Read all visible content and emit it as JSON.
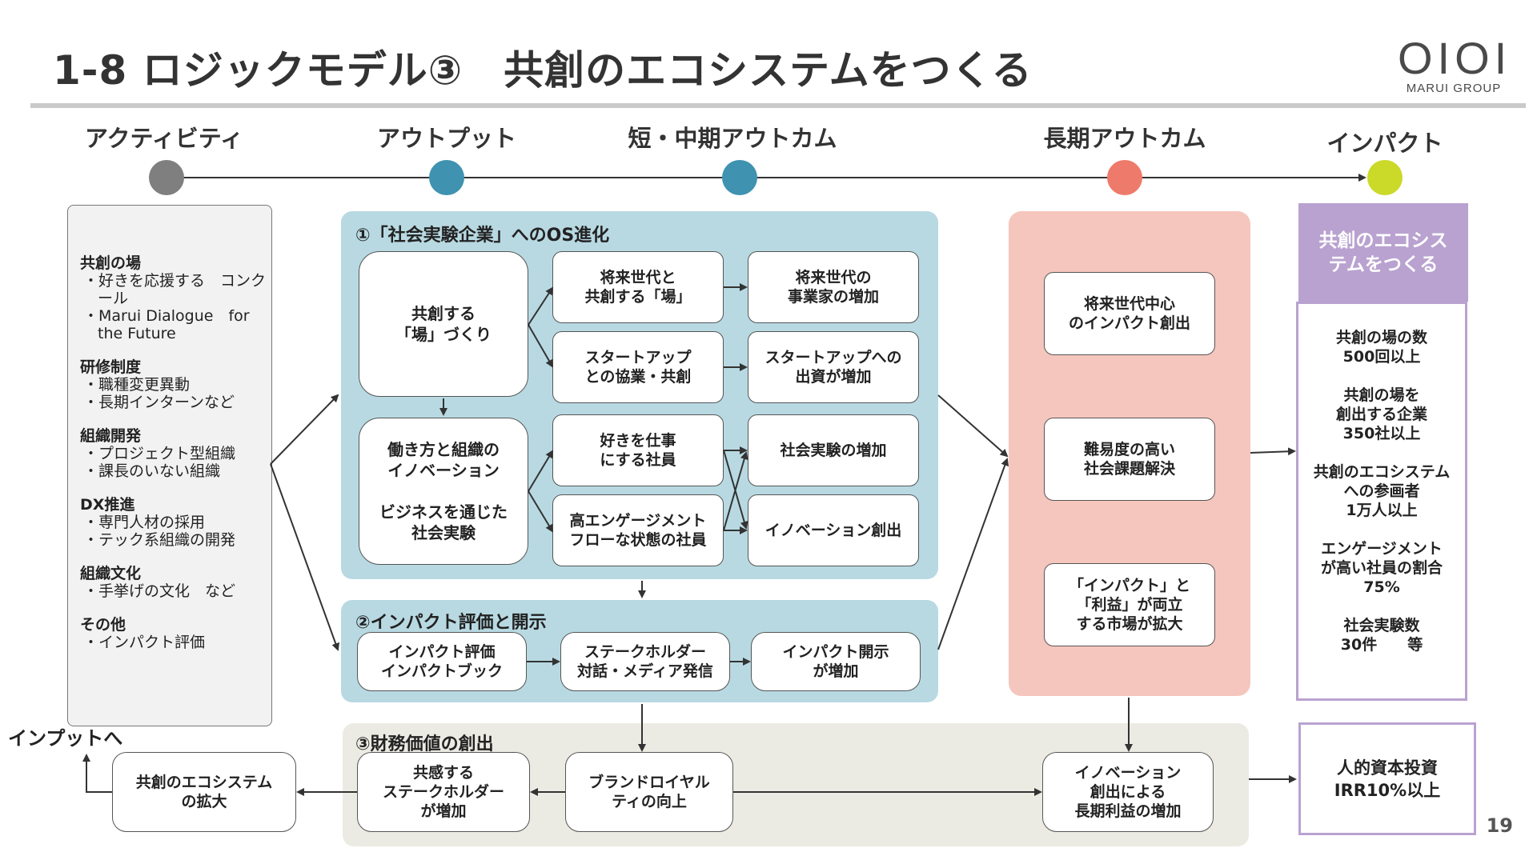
{
  "title": "1-8 ロジックモデル③　共創のエコシステムをつくる",
  "logo": {
    "mark": "OIOI",
    "sub": "MARUI GROUP"
  },
  "stages": [
    "アクティビティ",
    "アウトプット",
    "短・中期アウトカム",
    "長期アウトカム",
    "インパクト"
  ],
  "colors": {
    "gray_dot": "#7f7f7f",
    "blue_dot": "#3f92b0",
    "red_dot": "#ee7a6b",
    "green_dot": "#cbd928",
    "blue_panel": "#b8d9e2",
    "pink_panel": "#f5c6bd",
    "beige_panel": "#ecebe3",
    "purple": "#b9a2d0"
  },
  "activities": [
    {
      "head": "共創の場",
      "items": [
        "・好きを応援する　コンクール",
        "・Marui Dialogue　for the Future"
      ]
    },
    {
      "head": "研修制度",
      "items": [
        "・職種変更異動",
        "・長期インターンなど"
      ]
    },
    {
      "head": "組織開発",
      "items": [
        "・プロジェクト型組織",
        "・課長のいない組織"
      ]
    },
    {
      "head": "DX推進",
      "items": [
        "・専門人材の採用",
        "・テック系組織の開発"
      ]
    },
    {
      "head": "組織文化",
      "items": [
        "・手挙げの文化　など"
      ]
    },
    {
      "head": "その他",
      "items": [
        "・インパクト評価"
      ]
    }
  ],
  "section1": {
    "label": "①「社会実験企業」へのOS進化",
    "output1": "共創する\n「場」づくり",
    "output2": "働き方と組織の\nイノベーション\n\nビジネスを通じた\n社会実験",
    "mid": [
      "将来世代と\n共創する「場」",
      "スタートアップ\nとの協業・共創",
      "好きを仕事\nにする社員",
      "高エンゲージメント\nフローな状態の社員"
    ],
    "right": [
      "将来世代の\n事業家の増加",
      "スタートアップへの\n出資が増加",
      "社会実験の増加",
      "イノベーション創出"
    ]
  },
  "section2": {
    "label": "②インパクト評価と開示",
    "boxes": [
      "インパクト評価\nインパクトブック",
      "ステークホルダー\n対話・メディア発信",
      "インパクト開示\nが増加"
    ]
  },
  "section3": {
    "label": "③財務価値の創出",
    "boxes": [
      "共感する\nステークホルダー\nが増加",
      "ブランドロイヤル\nティの向上",
      "イノベーション\n創出による\n長期利益の増加"
    ]
  },
  "ecosystem_expand": "共創のエコシステム\nの拡大",
  "input_label": "インプットへ",
  "long_term": [
    "将来世代中心\nのインパクト創出",
    "難易度の高い\n社会課題解決",
    "「インパクト」と\n「利益」が両立\nする市場が拡大"
  ],
  "impact_head": "共創のエコシス\nテムをつくる",
  "impact_items": [
    "共創の場の数\n500回以上",
    "共創の場を\n創出する企業\n350社以上",
    "共創のエコシステム\nへの参画者\n1万人以上",
    "エンゲージメント\nが高い社員の割合\n75%",
    "社会実験数\n30件　　等"
  ],
  "irr": "人的資本投資\nIRR10%以上",
  "page_number": "19"
}
